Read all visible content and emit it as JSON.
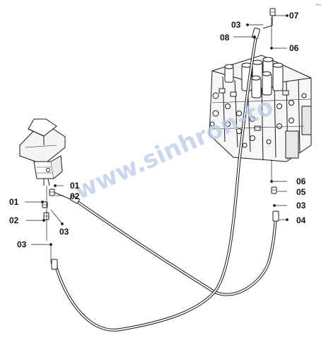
{
  "corner_mark": "JPxx",
  "watermark": "www.sinhron-to",
  "callouts": [
    {
      "id": "c07",
      "text": "07"
    },
    {
      "id": "c03a",
      "text": "03"
    },
    {
      "id": "c08",
      "text": "08"
    },
    {
      "id": "c06a",
      "text": "06"
    },
    {
      "id": "c01a",
      "text": "01"
    },
    {
      "id": "c02a",
      "text": "02"
    },
    {
      "id": "c01b",
      "text": "01"
    },
    {
      "id": "c02b",
      "text": "02"
    },
    {
      "id": "c03b",
      "text": "03"
    },
    {
      "id": "c03c",
      "text": "03"
    },
    {
      "id": "c06b",
      "text": "06"
    },
    {
      "id": "c05",
      "text": "05"
    },
    {
      "id": "c03d",
      "text": "03"
    },
    {
      "id": "c04",
      "text": "04"
    }
  ]
}
